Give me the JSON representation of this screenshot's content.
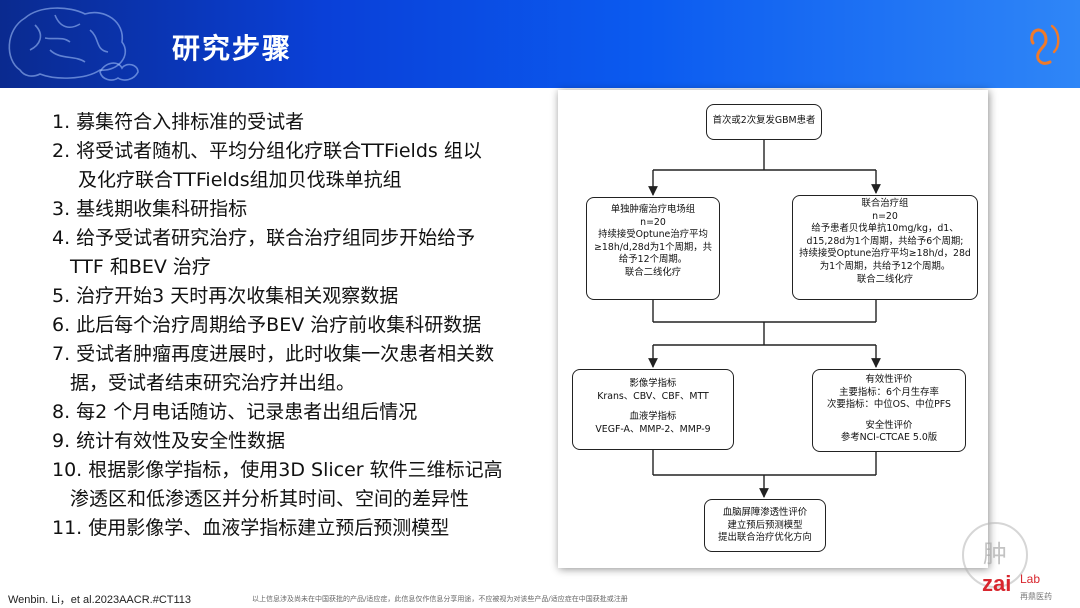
{
  "header": {
    "title": "研究步骤"
  },
  "steps": [
    {
      "lines": [
        "1. 募集符合入排标准的受试者"
      ]
    },
    {
      "lines": [
        "2. 将受试者随机、平均分组化疗联合TTFields 组以",
        "及化疗联合TTFields组加贝伐珠单抗组"
      ]
    },
    {
      "lines": [
        "3. 基线期收集科研指标"
      ]
    },
    {
      "lines": [
        "4. 给予受试者研究治疗，联合治疗组同步开始给予",
        "TTF 和BEV 治疗"
      ]
    },
    {
      "lines": [
        "5. 治疗开始3 天时再次收集相关观察数据"
      ]
    },
    {
      "lines": [
        "6. 此后每个治疗周期给予BEV 治疗前收集科研数据"
      ]
    },
    {
      "lines": [
        "7. 受试者肿瘤再度进展时，此时收集一次患者相关数",
        "据，受试者结束研究治疗并出组。"
      ]
    },
    {
      "lines": [
        "8. 每2 个月电话随访、记录患者出组后情况"
      ]
    },
    {
      "lines": [
        "9. 统计有效性及安全性数据"
      ]
    },
    {
      "lines": [
        "10. 根据影像学指标，使用3D Slicer 软件三维标记高",
        "渗透区和低渗透区并分析其时间、空间的差异性"
      ]
    },
    {
      "lines": [
        "11. 使用影像学、血液学指标建立预后预测模型"
      ]
    }
  ],
  "flowchart": {
    "start": "首次或2次复发GBM患者",
    "left_group": [
      "单独肿瘤治疗电场组",
      "n=20",
      "持续接受Optune治疗平均",
      "≥18h/d,28d为1个周期，共",
      "给予12个周期。",
      "联合二线化疗"
    ],
    "right_group": [
      "联合治疗组",
      "n=20",
      "给予患者贝伐单抗10mg/kg，d1、",
      "d15,28d为1个周期，共给予6个周期;",
      "持续接受Optune治疗平均≥18h/d，28d",
      "为1个周期，共给予12个周期。",
      "联合二线化疗"
    ],
    "left_measure": [
      "影像学指标",
      "Krans、CBV、CBF、MTT",
      "",
      "血液学指标",
      "VEGF-A、MMP-2、MMP-9"
    ],
    "right_measure": [
      "有效性评价",
      "主要指标：6个月生存率",
      "次要指标：中位OS、中位PFS",
      "",
      "安全性评价",
      "参考NCI-CTCAE 5.0版"
    ],
    "final": [
      "血脑屏障渗透性评价",
      "建立预后预测模型",
      "提出联合治疗优化方向"
    ]
  },
  "footer": {
    "reference": "Wenbin. Li，et al.2023AACR.#CT113",
    "disclaimer": "以上信息涉及尚未在中国获批的产品/适应症，此信息仅作信息分享用途，不应被视为对该些产品/适应症在中国获批或注册",
    "logo_text": "zai lab",
    "logo_subtext": "再鼎医药",
    "watermark_text": "肿"
  },
  "colors": {
    "header_dark": "#0a2a8f",
    "header_light": "#2f86f7",
    "logo_red": "#d8262e"
  }
}
